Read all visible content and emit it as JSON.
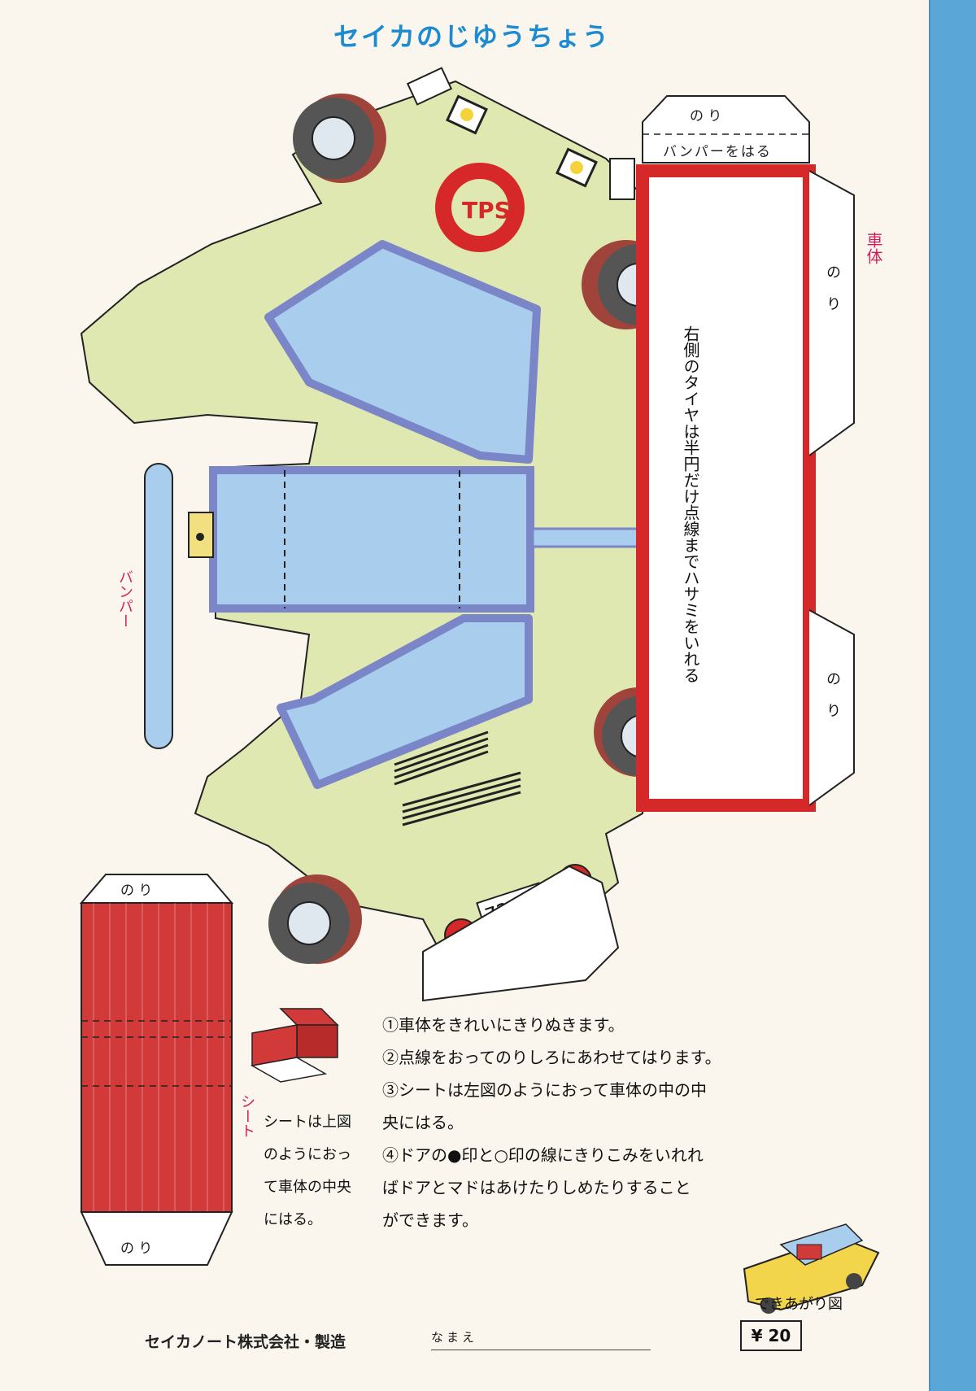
{
  "title": "セイカのじゆうちょう",
  "labels": {
    "body_part": "車体",
    "bumper_part": "バンパー",
    "seat_part": "シート",
    "nori": "の り",
    "bumper_tab": "バンパーをはる",
    "plate": "72-71",
    "tire_note": "右側のタイヤは半円だけ点線までハサミをいれる"
  },
  "seat_note": [
    "シートは上図",
    "のようにおっ",
    "て車体の中央",
    "にはる。"
  ],
  "instructions": [
    "①車体をきれいにきりぬきます。",
    "②点線をおってのりしろにあわせてはります。",
    "③シートは左図のようにおって車体の中の中",
    "央にはる。",
    "④ドアの●印と○印の線にきりこみをいれれ",
    "ばドアとマドはあけたりしめたりすること",
    "ができます。"
  ],
  "footer": {
    "maker": "セイカノート株式会社・製造",
    "name_label": "なまえ",
    "done_label": "できあがり図",
    "price": "¥ 20"
  },
  "colors": {
    "title": "#1d8bd1",
    "spine": "#5aa6d6",
    "car_body": "#dfe8b0",
    "window": "#a9cdec",
    "frame": "#7a86c8",
    "red": "#d62828",
    "label_pink": "#d21f5b"
  }
}
